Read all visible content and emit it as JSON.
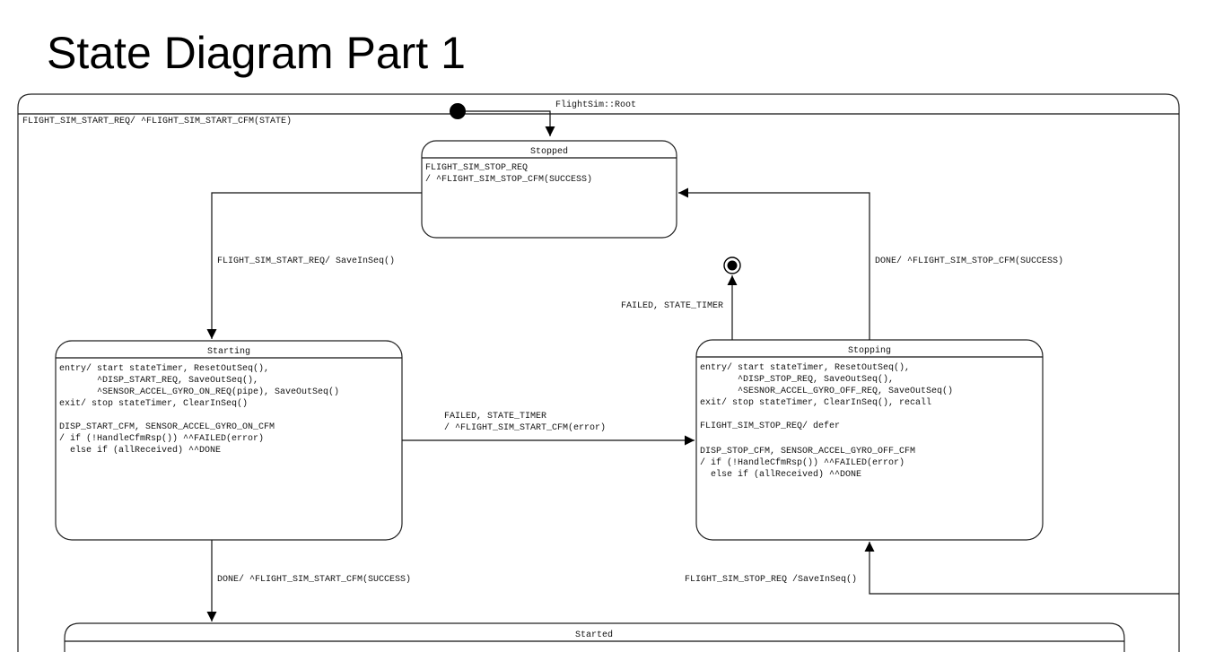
{
  "title": "State Diagram Part 1",
  "root": {
    "name": "FlightSim::Root",
    "internal": "FLIGHT_SIM_START_REQ/ ^FLIGHT_SIM_START_CFM(STATE)"
  },
  "states": {
    "stopped": {
      "name": "Stopped",
      "lines": [
        "FLIGHT_SIM_STOP_REQ",
        "/ ^FLIGHT_SIM_STOP_CFM(SUCCESS)"
      ]
    },
    "starting": {
      "name": "Starting",
      "lines": [
        "entry/ start stateTimer, ResetOutSeq(),",
        "       ^DISP_START_REQ, SaveOutSeq(),",
        "       ^SENSOR_ACCEL_GYRO_ON_REQ(pipe), SaveOutSeq()",
        "exit/ stop stateTimer, ClearInSeq()",
        "",
        "DISP_START_CFM, SENSOR_ACCEL_GYRO_ON_CFM",
        "/ if (!HandleCfmRsp()) ^^FAILED(error)",
        "  else if (allReceived) ^^DONE"
      ]
    },
    "stopping": {
      "name": "Stopping",
      "lines": [
        "entry/ start stateTimer, ResetOutSeq(),",
        "       ^DISP_STOP_REQ, SaveOutSeq(),",
        "       ^SESNOR_ACCEL_GYRO_OFF_REQ, SaveOutSeq()",
        "exit/ stop stateTimer, ClearInSeq(), recall",
        "",
        "FLIGHT_SIM_STOP_REQ/ defer",
        "",
        "DISP_STOP_CFM, SENSOR_ACCEL_GYRO_OFF_CFM",
        "/ if (!HandleCfmRsp()) ^^FAILED(error)",
        "  else if (allReceived) ^^DONE"
      ]
    },
    "started": {
      "name": "Started"
    }
  },
  "transitions": {
    "stopped_to_starting": "FLIGHT_SIM_START_REQ/ SaveInSeq()",
    "starting_to_stopping_1": "FAILED, STATE_TIMER",
    "starting_to_stopping_2": "/ ^FLIGHT_SIM_START_CFM(error)",
    "stopping_to_final": "FAILED, STATE_TIMER",
    "stopping_to_stopped": "DONE/ ^FLIGHT_SIM_STOP_CFM(SUCCESS)",
    "starting_to_started": "DONE/ ^FLIGHT_SIM_START_CFM(SUCCESS)",
    "started_to_stopping": "FLIGHT_SIM_STOP_REQ /SaveInSeq()"
  }
}
